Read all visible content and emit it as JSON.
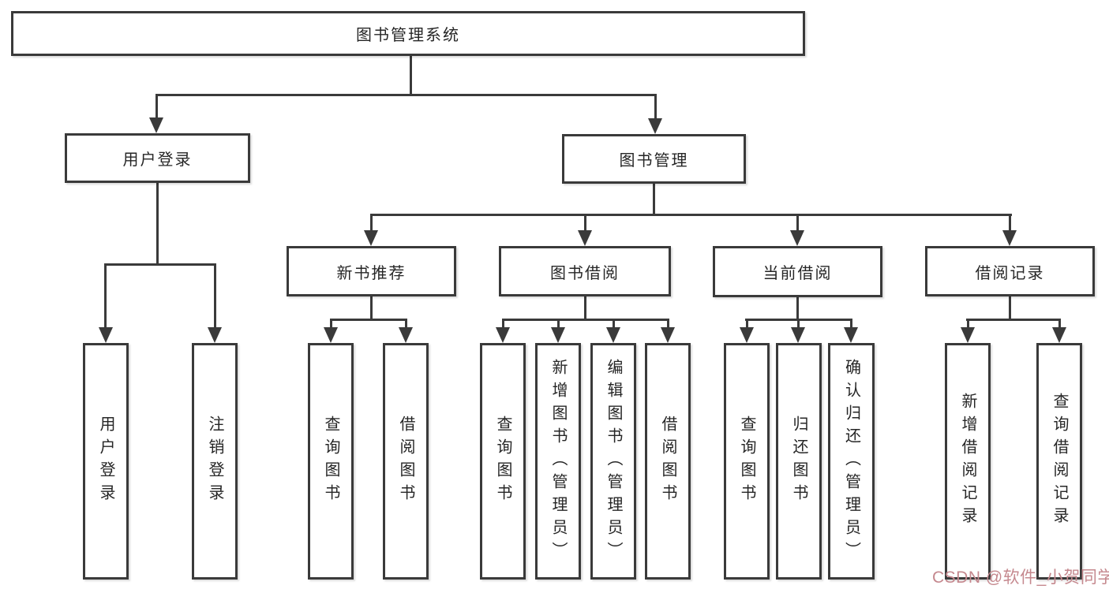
{
  "diagram": {
    "root": {
      "label": "图书管理系统"
    },
    "branches": [
      {
        "label": "用户登录",
        "children": [
          "用户登录",
          "注销登录"
        ]
      },
      {
        "label": "图书管理",
        "modules": [
          {
            "label": "新书推荐",
            "children": [
              "查询图书",
              "借阅图书"
            ]
          },
          {
            "label": "图书借阅",
            "children": [
              "查询图书",
              "新增图书（管理员）",
              "编辑图书（管理员）",
              "借阅图书"
            ]
          },
          {
            "label": "当前借阅",
            "children": [
              "查询图书",
              "归还图书",
              "确认归还（管理员）"
            ]
          },
          {
            "label": "借阅记录",
            "children": [
              "新增借阅记录",
              "查询借阅记录"
            ]
          }
        ]
      }
    ]
  },
  "watermark": {
    "text": "CSDN @软件_小贺同学"
  },
  "colors": {
    "line": "#3a3a3a",
    "box_fill": "#ffffff",
    "text": "#262626",
    "watermark": "#c5888e",
    "background": "#ffffff"
  }
}
